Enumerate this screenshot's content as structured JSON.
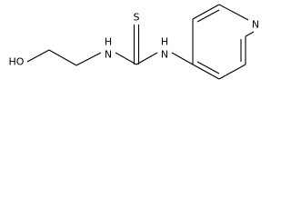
{
  "molecule": {
    "atoms": {
      "hydroxyl": "HO",
      "amine_left": "H",
      "amine_left_n": "N",
      "thione_s": "S",
      "amine_right": "H",
      "amine_right_n": "N",
      "pyridine_n": "N"
    },
    "colors": {
      "bond": "#000000",
      "label": "#000000",
      "background": "#ffffff"
    }
  }
}
